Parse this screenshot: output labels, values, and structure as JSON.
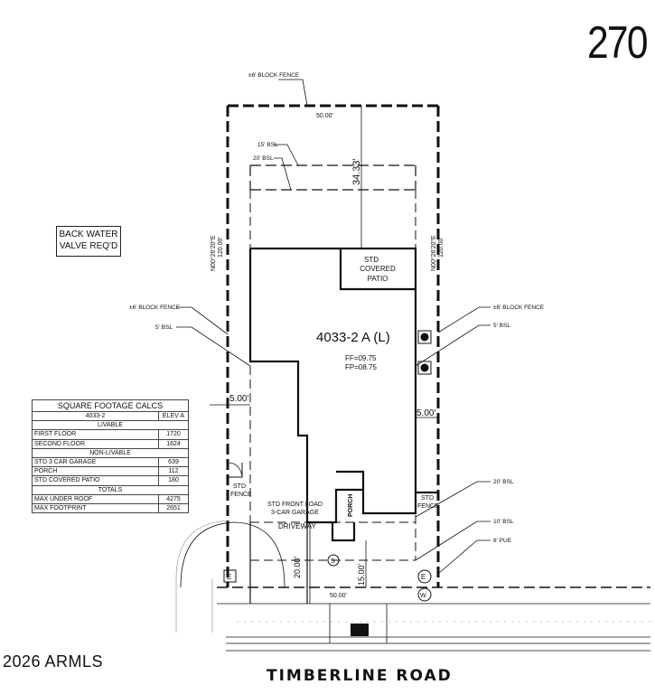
{
  "lot_number": "270",
  "copyright": "2026 ARMLS",
  "road_name": "TIMBERLINE ROAD",
  "note": [
    "BACK WATER",
    "VALVE REQ'D"
  ],
  "plan": {
    "model": "4033-2 A (L)",
    "ff": "FF=09.75",
    "fp": "FP=08.75",
    "labels": {
      "block_fence_top": "±6' BLOCK FENCE",
      "block_fence_left": "±6' BLOCK FENCE",
      "block_fence_right": "±6' BLOCK FENCE",
      "bsl_15": "15' BSL",
      "bsl_20_top": "20' BSL",
      "bsl_5_left": "5' BSL",
      "bsl_5_right": "5' BSL",
      "bsl_20_right": "20' BSL",
      "bsl_10": "10' BSL",
      "pue_8": "8' PUE",
      "covered_patio": [
        "STD",
        "COVERED",
        "PATIO"
      ],
      "garage": [
        "STD FRONT LOAD",
        "3-CAR GARAGE"
      ],
      "driveway": "DRIVEWAY",
      "porch": "PORCH",
      "fence_left": [
        "STD",
        "FENCE"
      ],
      "fence_right": [
        "STD",
        "FENCE"
      ],
      "marker_e": "E",
      "marker_s": "S",
      "marker_w": "W"
    },
    "dimensions": {
      "top_width": "50.00'",
      "bottom_width": "50.00'",
      "rear_setback": "34.33'",
      "left_bearing": "N00°26'20\"E",
      "left_length": "120.00'",
      "right_bearing": "N00°26'20\"E",
      "right_length": "120.00'",
      "side_left": "5.00'",
      "side_right": "5.00'",
      "driveway_depth": "20.00'",
      "front_setback": "15.00'"
    }
  },
  "sf_table": {
    "title": "SQUARE FOOTAGE CALCS",
    "plan": "4033-2",
    "elevation": "ELEV A",
    "sections": [
      {
        "header": "LIVABLE",
        "rows": [
          {
            "label": "FIRST FLOOR",
            "value": "1720"
          },
          {
            "label": "SECOND FLOOR",
            "value": "1624"
          }
        ]
      },
      {
        "header": "NON-LIVABLE",
        "rows": [
          {
            "label": "STD 3 CAR GARAGE",
            "value": "639"
          },
          {
            "label": "PORCH",
            "value": "112"
          },
          {
            "label": "STD COVERED PATIO",
            "value": "180"
          }
        ]
      },
      {
        "header": "TOTALS",
        "rows": [
          {
            "label": "MAX UNDER ROOF",
            "value": "4275"
          },
          {
            "label": "MAX FOOTPRINT",
            "value": "2651"
          }
        ]
      }
    ]
  }
}
